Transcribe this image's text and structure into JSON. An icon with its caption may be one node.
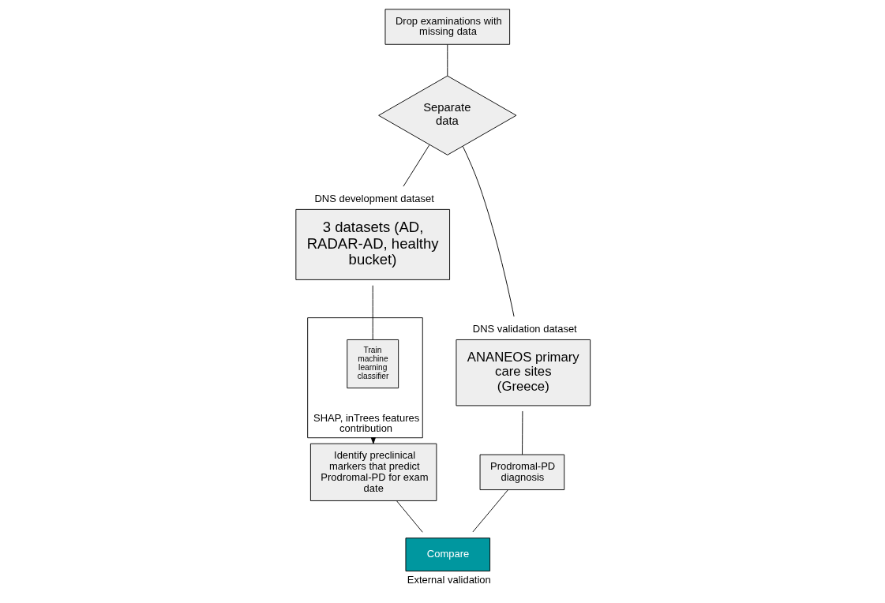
{
  "diagram": {
    "nodes": [
      {
        "text": [
          "Drop examinations with missing data"
        ]
      },
      {
        "text": [
          "Separate data"
        ]
      },
      {
        "text": [
          "3 datasets (AD, RADAR-AD, healthy bucket)"
        ],
        "beside": [
          "DNS development dataset"
        ]
      },
      {
        "text": [
          "ANANEOS primary care sites (Greece)"
        ],
        "beside": [
          "DNS validation dataset"
        ]
      },
      {
        "text": [
          "SHAP, inTrees features contribution"
        ]
      },
      {
        "text": [
          "Train machine learning classifier"
        ],
        "in": 4
      },
      {
        "text": [
          "Identify preclinical markers that predict Prodromal-PD for exam date"
        ]
      },
      {
        "text": [
          "Prodromal-PD diagnosis"
        ]
      },
      {
        "text": [
          "Compare"
        ],
        "beside": [
          "External validation"
        ]
      }
    ],
    "edges": [
      {
        "from": 0,
        "to": 1,
        "arrow": "none"
      },
      {
        "from": 1,
        "to": 2,
        "arrow": "none"
      },
      {
        "from": 1,
        "to": 3,
        "arrow": "none"
      },
      {
        "from": 2,
        "to": 5,
        "arrow": "none"
      },
      {
        "from": 4,
        "to": 6,
        "arrow": "to"
      },
      {
        "from": 3,
        "to": 7,
        "arrow": "none"
      },
      {
        "from": 7,
        "to": 8,
        "arrow": "none"
      },
      {
        "from": 6,
        "to": 8,
        "arrow": "none"
      }
    ]
  }
}
